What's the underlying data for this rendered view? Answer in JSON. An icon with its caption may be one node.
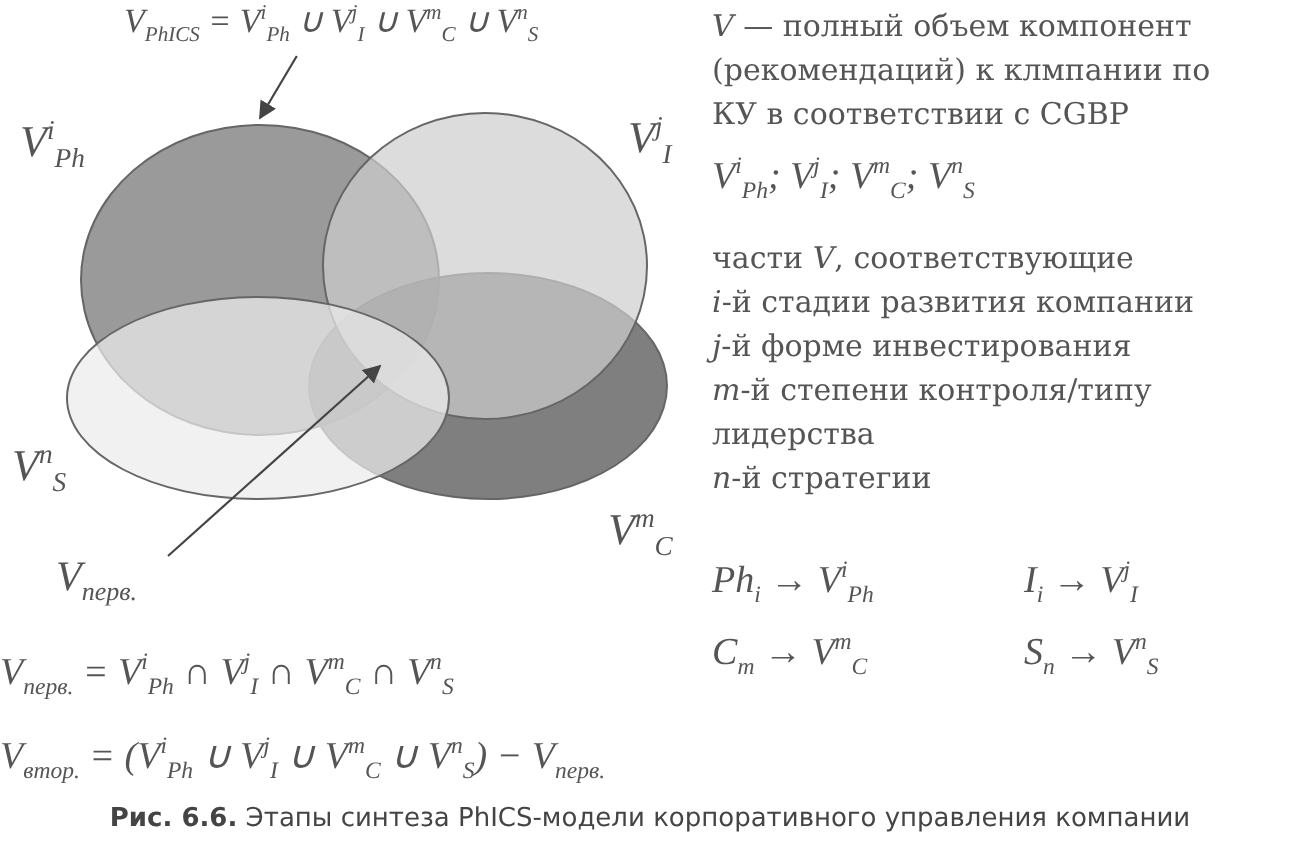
{
  "diagram": {
    "caption": "**Рис. 6.6.** Этапы синтеза PhICS-модели корпоративного управления компании",
    "nodes": [
      {
        "text": [
          "V$_{PhICS}$ = V$^{i}$$_{Ph}$ ∪ V$^{j}$$_{I}$ ∪ V$^{m}$$_{C}$ ∪ V$^{n}$$_{S}$"
        ]
      },
      {
        "text": [],
        "shape": "ellipse",
        "beside": [
          "V$^{i}$$_{Ph}$"
        ]
      },
      {
        "text": [],
        "shape": "ellipse",
        "beside": [
          "V$^{j}$$_{I}$"
        ]
      },
      {
        "text": [],
        "shape": "ellipse",
        "beside": [
          "V$^{m}$$_{C}$"
        ]
      },
      {
        "text": [],
        "shape": "ellipse",
        "beside": [
          "V$^{n}$$_{S}$"
        ]
      },
      {
        "text": [
          "V$_{перв.}$"
        ]
      }
    ],
    "edges": [
      {
        "from": 0,
        "to": 1,
        "arrow": "to"
      },
      {
        "from": 5,
        "to": 4,
        "arrow": "to"
      }
    ],
    "labels": [
      "*V* — полный объем компонент (рекомендаций) к клмпании по КУ в соответствии с CGBP",
      "*V*$^{i}$$_{Ph}$; *V*$^{j}$$_{I}$; *V*$^{m}$$_{C}$; *V*$^{n}$$_{S}$",
      "части *V*, соответствующие",
      "*i*-й стадии развития компании",
      "*j*-й форме инвестирования",
      "*m*-й степени контроля/типу лидерства",
      "*n*-й стратегии",
      "*Ph*$_{i}$ → *V*$^{i}$$_{Ph}$",
      "*I*$_{i}$ → *V*$^{j}$$_{I}$",
      "*C*$_{m}$ → *V*$^{m}$$_{C}$",
      "*S*$_{n}$ → *V*$^{n}$$_{S}$",
      "*V*$_{перв.}$ = *V*$^{i}$$_{Ph}$ ∩ *V*$^{j}$$_{I}$ ∩ *V*$^{m}$$_{C}$ ∩ *V*$^{n}$$_{S}$",
      "*V*$_{втор.}$ = (*V*$^{i}$$_{Ph}$ ∪ *V*$^{j}$$_{I}$ ∪ *V*$^{m}$$_{C}$ ∪ *V*$^{n}$$_{S}$) − *V*$_{перв.}$"
    ]
  }
}
